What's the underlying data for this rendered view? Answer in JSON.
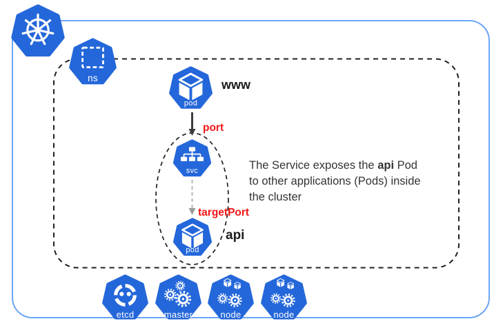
{
  "colors": {
    "k8s_blue": "#2467DA",
    "border_blue": "#6BA5F7",
    "label_red": "#F21616",
    "text_dark": "#333333",
    "dash_dark": "#1F1F1F",
    "arrow_dark": "#3C3C3C",
    "arrow_gray": "#B5B5B5"
  },
  "cluster": {
    "logo_icon": "kubernetes-helm-wheel"
  },
  "namespace": {
    "icon_label": "ns"
  },
  "nodes": {
    "pod_www": {
      "icon_label": "pod",
      "name": "www"
    },
    "svc": {
      "icon_label": "svc"
    },
    "pod_api": {
      "icon_label": "pod",
      "name": "api"
    }
  },
  "edges": {
    "port": "port",
    "targetPort": "targetPort"
  },
  "annotation": {
    "line1_pre": "The Service exposes the ",
    "line1_bold": "api",
    "line1_post": " Pod",
    "line2": "to other applications (Pods) inside",
    "line3": "the cluster"
  },
  "control_plane": [
    {
      "label": "etcd"
    },
    {
      "label": "master"
    },
    {
      "label": "node"
    },
    {
      "label": "node"
    }
  ]
}
